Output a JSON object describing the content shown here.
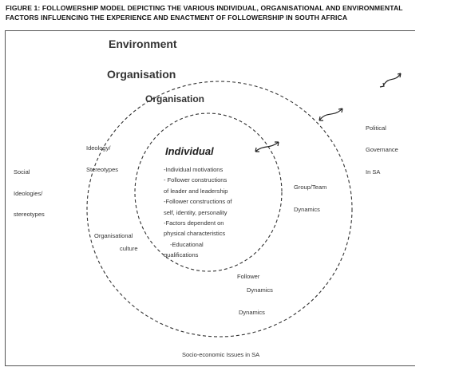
{
  "figure": {
    "caption_line1": "FIGURE 1: FOLLOWERSHIP MODEL DEPICTING THE VARIOUS INDIVIDUAL, ORGANISATIONAL AND ENVIRONMENTAL",
    "caption_line2": "FACTORS INFLUENCING THE EXPERIENCE AND ENACTMENT OF FOLLOWERSHIP IN SOUTH AFRICA"
  },
  "labels": {
    "environment": "Environment",
    "organisation_outer": "Organisation",
    "organisation_inner": "Organisation",
    "individual": "Individual",
    "ideology": "Ideology/",
    "stereotypes_org": "Stereotypes",
    "organisational": "Organisational",
    "culture": "culture",
    "group_team": "Group/Team",
    "dynamics_group": "Dynamics",
    "follower": "Follower",
    "dynamics_follower": "Dynamics",
    "dynamics_outer": "Dynamics",
    "social": "Social",
    "ideologies": "Ideologies/",
    "stereotypes_env": "stereotypes",
    "political": "Political",
    "governance": "Governance",
    "in_sa": "In SA",
    "socio_economic": "Socio-economic Issues in SA"
  },
  "individual_factors": [
    "-Individual motivations",
    "-  Follower  constructions",
    "of leader and leadership",
    "-Follower constructions of",
    "self, identity, personality",
    "-Factors  dependent  on",
    "physical  characteristics",
    "-Educational",
    "qualifications"
  ]
}
